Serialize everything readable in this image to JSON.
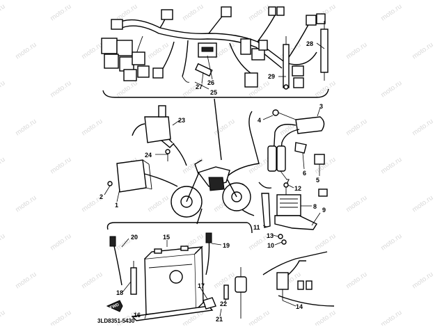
{
  "watermark": "moto.ru",
  "diagram": {
    "part_numbers": [
      "1",
      "2",
      "3",
      "4",
      "5",
      "6",
      "7",
      "8",
      "9",
      "10",
      "11",
      "12",
      "13",
      "14",
      "15",
      "16",
      "17",
      "18",
      "19",
      "20",
      "21",
      "22",
      "23",
      "24",
      "25",
      "26",
      "27",
      "28",
      "29"
    ],
    "drawing_code": "3LD8351-5430",
    "direction_label": "FWD",
    "colors": {
      "ink": "#000000",
      "paper": "#ffffff",
      "watermark": "#b9b9b9"
    }
  }
}
